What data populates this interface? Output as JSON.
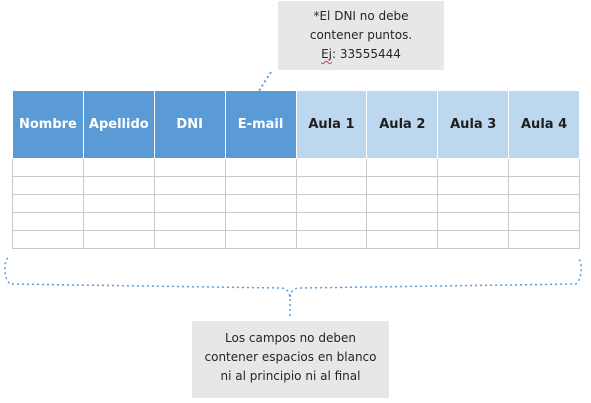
{
  "table": {
    "headers": [
      "Nombre",
      "Apellido",
      "DNI",
      "E-mail",
      "Aula 1",
      "Aula 2",
      "Aula 3",
      "Aula 4"
    ],
    "rows": [
      [
        "",
        "",
        "",
        "",
        "",
        "",
        "",
        ""
      ],
      [
        "",
        "",
        "",
        "",
        "",
        "",
        "",
        ""
      ],
      [
        "",
        "",
        "",
        "",
        "",
        "",
        "",
        ""
      ],
      [
        "",
        "",
        "",
        "",
        "",
        "",
        "",
        ""
      ],
      [
        "",
        "",
        "",
        "",
        "",
        "",
        "",
        ""
      ]
    ]
  },
  "notes": {
    "dni": {
      "line1": "*El DNI no debe",
      "line2": "contener puntos.",
      "example_label": "Ej",
      "example_value": ": 33555444"
    },
    "fields": {
      "line1": "Los campos no deben",
      "line2": "contener espacios en blanco",
      "line3": "ni al principio ni al final"
    }
  },
  "colors": {
    "header_dark": "#5b9bd5",
    "header_light": "#bdd7ee",
    "callout_bg": "#e7e7e7",
    "connector": "#5b9bd5"
  }
}
